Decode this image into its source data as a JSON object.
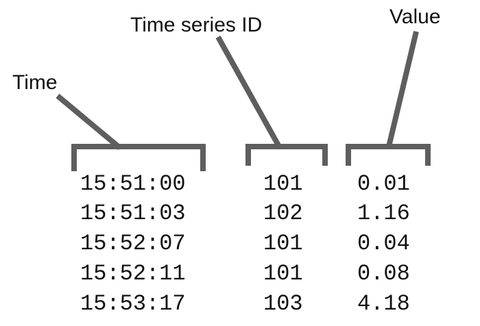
{
  "labels": {
    "time": "Time",
    "series_id": "Time series ID",
    "value": "Value"
  },
  "rows": [
    {
      "time": "15:51:00",
      "series_id": "101",
      "value": "0.01"
    },
    {
      "time": "15:51:03",
      "series_id": "102",
      "value": "1.16"
    },
    {
      "time": "15:52:07",
      "series_id": "101",
      "value": "0.04"
    },
    {
      "time": "15:52:11",
      "series_id": "101",
      "value": "0.08"
    },
    {
      "time": "15:53:17",
      "series_id": "103",
      "value": "4.18"
    }
  ],
  "colors": {
    "bracket": "#5e5e5e",
    "text": "#111111",
    "background": "#ffffff"
  }
}
